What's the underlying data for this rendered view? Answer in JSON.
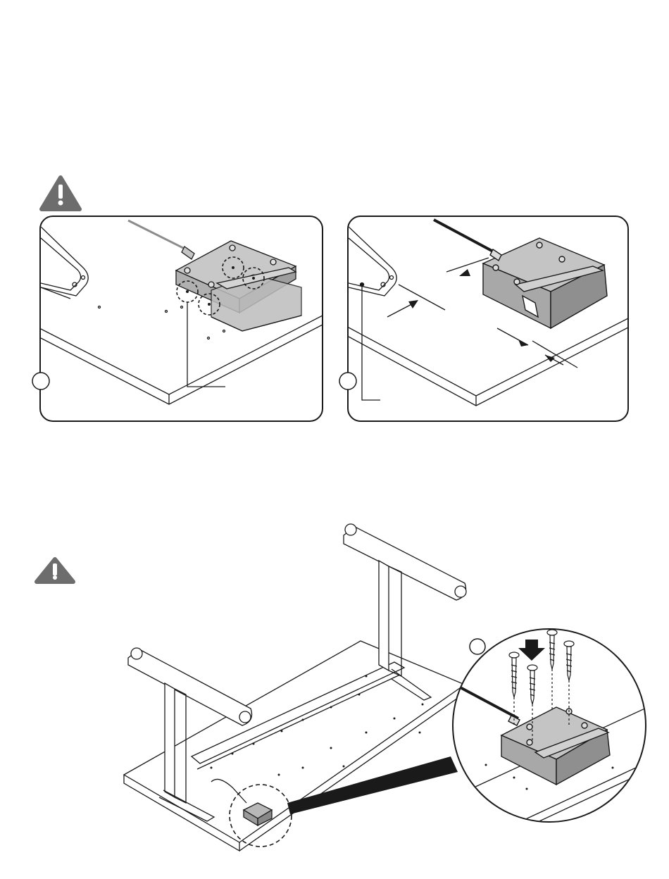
{
  "icons": {
    "warning_top": "warning-icon",
    "warning_bottom": "warning-icon",
    "step_marker": "circle-marker"
  },
  "panels": {
    "left": {
      "name": "control-box-incorrect-placement"
    },
    "right": {
      "name": "control-box-correct-placement"
    }
  },
  "colors": {
    "ink": "#1a1a1a",
    "icon_grey": "#6d6d6d",
    "box_light": "#c4c4c4",
    "box_dark": "#9a9a9a",
    "cable_grey": "#8c8c8c"
  },
  "screws": {
    "count": 4
  }
}
